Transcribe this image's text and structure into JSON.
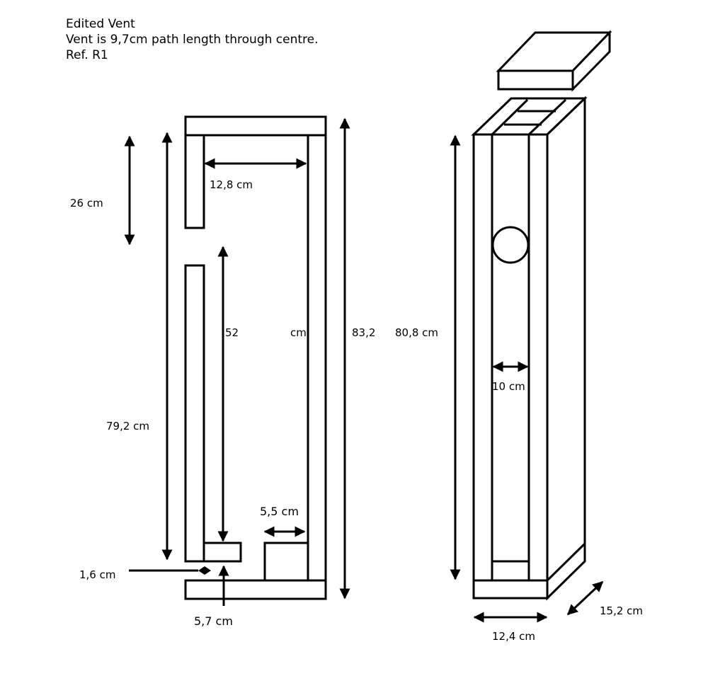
{
  "header": {
    "title": "Edited Vent",
    "note": "Vent is 9,7cm path length through centre.",
    "reference": "Ref. R1"
  },
  "section_view": {
    "labels": {
      "top_slot_height": "26 cm",
      "inner_width": "12,8 cm",
      "inner_height_left": "52",
      "inner_height_right": "cm",
      "outer_height": "83,2",
      "vent_wall_height": "79,2 cm",
      "block_width": "5,5 cm",
      "vent_gap": "1,6 cm",
      "vent_width": "5,7 cm"
    }
  },
  "perspective_view": {
    "labels": {
      "height": "80,8 cm",
      "slot_width": "10 cm",
      "base_width": "12,4 cm",
      "depth": "15,2 cm"
    }
  }
}
